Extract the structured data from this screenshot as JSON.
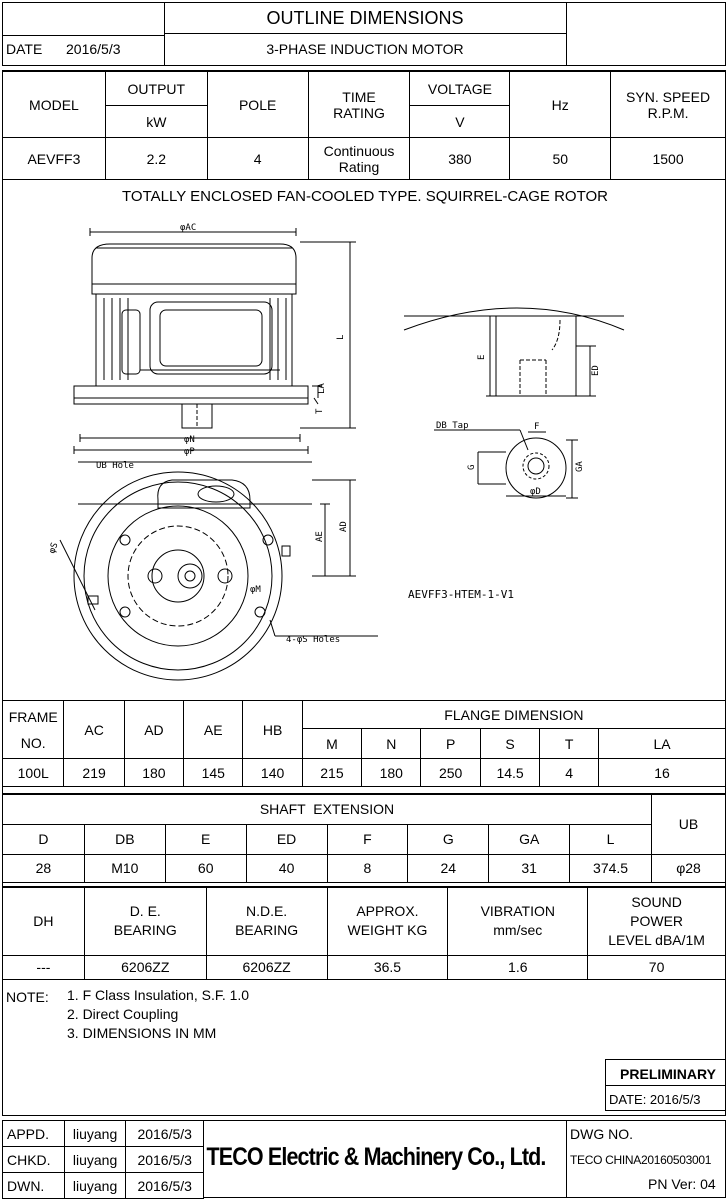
{
  "header": {
    "title": "OUTLINE DIMENSIONS",
    "subtitle": "3-PHASE INDUCTION MOTOR",
    "date_label": "DATE",
    "date_value": "2016/5/3"
  },
  "spec": {
    "headers": {
      "model": "MODEL",
      "output": "OUTPUT",
      "output_unit": "kW",
      "pole": "POLE",
      "time_rating": "TIME\nRATING",
      "voltage": "VOLTAGE",
      "voltage_unit": "V",
      "hz": "Hz",
      "syn_speed": "SYN. SPEED\nR.P.M."
    },
    "values": {
      "model": "AEVFF3",
      "output": "2.2",
      "pole": "4",
      "time_rating": "Continuous\nRating",
      "voltage": "380",
      "hz": "50",
      "syn_speed": "1500"
    }
  },
  "drawing": {
    "caption": "TOTALLY ENCLOSED FAN-COOLED TYPE. SQUIRREL-CAGE ROTOR",
    "drawing_code": "AEVFF3-HTEM-1-V1",
    "labels": {
      "ac": "φAC",
      "l": "L",
      "la": "LA",
      "t": "T",
      "n": "φN",
      "p": "φP",
      "ub": "UB Hole",
      "ae": "AE",
      "ad": "AD",
      "s": "φS",
      "m": "φM",
      "holes": "4-φS Holes",
      "e": "E",
      "ed": "ED",
      "db_tap": "DB Tap",
      "f": "F",
      "g": "G",
      "ga": "GA",
      "d": "φD"
    }
  },
  "frame": {
    "headers": [
      "FRAME\nNO.",
      "AC",
      "AD",
      "AE",
      "HB"
    ],
    "flange_title": "FLANGE DIMENSION",
    "flange_headers": [
      "M",
      "N",
      "P",
      "S",
      "T",
      "LA"
    ],
    "values": [
      "100L",
      "219",
      "180",
      "145",
      "140",
      "215",
      "180",
      "250",
      "14.5",
      "4",
      "16"
    ]
  },
  "shaft": {
    "title": "SHAFT  EXTENSION",
    "headers": [
      "D",
      "DB",
      "E",
      "ED",
      "F",
      "G",
      "GA",
      "L"
    ],
    "ub_header": "UB",
    "values": [
      "28",
      "M10",
      "60",
      "40",
      "8",
      "24",
      "31",
      "374.5",
      "φ28"
    ]
  },
  "bearing": {
    "headers": [
      "DH",
      "D. E.\nBEARING",
      "N.D.E.\nBEARING",
      "APPROX.\nWEIGHT KG",
      "VIBRATION\nmm/sec",
      "SOUND\nPOWER\nLEVEL dBA/1M"
    ],
    "values": [
      "---",
      "6206ZZ",
      "6206ZZ",
      "36.5",
      "1.6",
      "70"
    ]
  },
  "notes": {
    "label": "NOTE:",
    "items": [
      "1. F Class Insulation, S.F. 1.0",
      "2. Direct Coupling",
      "3. DIMENSIONS IN MM"
    ]
  },
  "stamp": {
    "status": "PRELIMINARY",
    "date": "DATE: 2016/5/3"
  },
  "footer": {
    "rows": [
      {
        "role": "APPD.",
        "name": "liuyang",
        "date": "2016/5/3"
      },
      {
        "role": "CHKD.",
        "name": "liuyang",
        "date": "2016/5/3"
      },
      {
        "role": "DWN.",
        "name": "liuyang",
        "date": "2016/5/3"
      }
    ],
    "company": "TECO Electric & Machinery Co., Ltd.",
    "dwg_label": "DWG NO.",
    "dwg_no": "TECO CHINA20160503001",
    "pn_ver": "PN Ver: 04"
  }
}
